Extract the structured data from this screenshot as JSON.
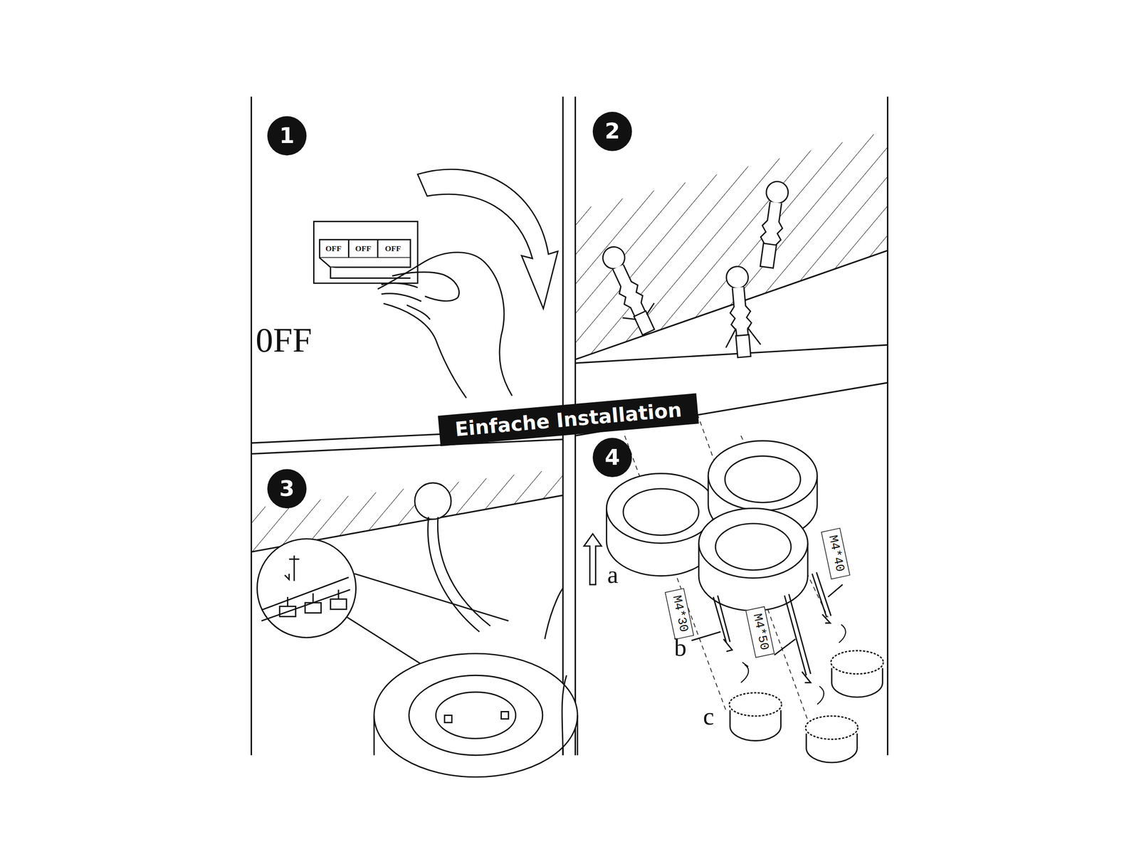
{
  "diagram": {
    "nodes": [
      {
        "text": [
          "1"
        ]
      },
      {
        "text": [
          "2"
        ]
      },
      {
        "text": [
          "Einfache Installation"
        ]
      },
      {
        "text": [
          "3"
        ]
      },
      {
        "text": [
          "4"
        ]
      },
      {
        "text": [
          "M4*40"
        ]
      },
      {
        "text": [
          "M4*30"
        ]
      },
      {
        "text": [
          "M4*50"
        ]
      }
    ],
    "labels": [
      "OFF",
      "OFF",
      "OFF",
      "0FF",
      "a",
      "b",
      "c"
    ]
  }
}
